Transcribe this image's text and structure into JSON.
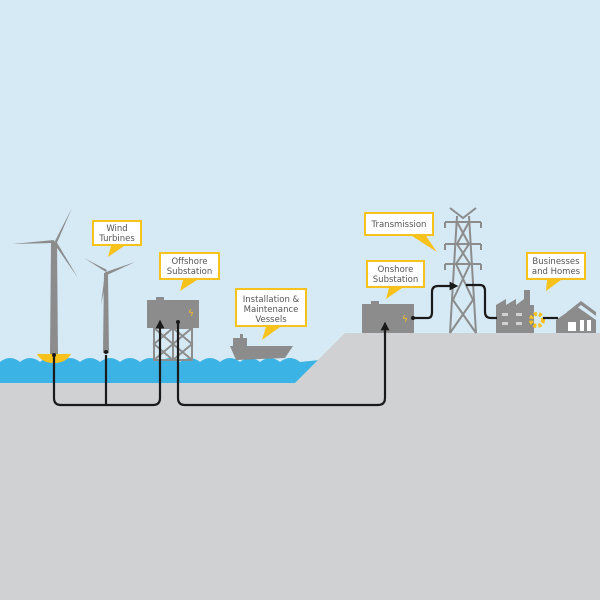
{
  "labels": {
    "wind_turbines": [
      "Wind",
      "Turbines"
    ],
    "offshore_substation": [
      "Offshore",
      "Substation"
    ],
    "vessels": [
      "Installation &",
      "Maintenance",
      "Vessels"
    ],
    "transmission": [
      "Transmission"
    ],
    "onshore_substation": [
      "Onshore",
      "Substation"
    ],
    "businesses": [
      "Businesses",
      "and Homes"
    ]
  },
  "colors": {
    "sky": "#d6eaf6",
    "water": "#3bb3e4",
    "ground": "#cfd1d3",
    "structure": "#8c8c8c",
    "accent": "#f7c21b",
    "cable": "#1a1a1a"
  }
}
